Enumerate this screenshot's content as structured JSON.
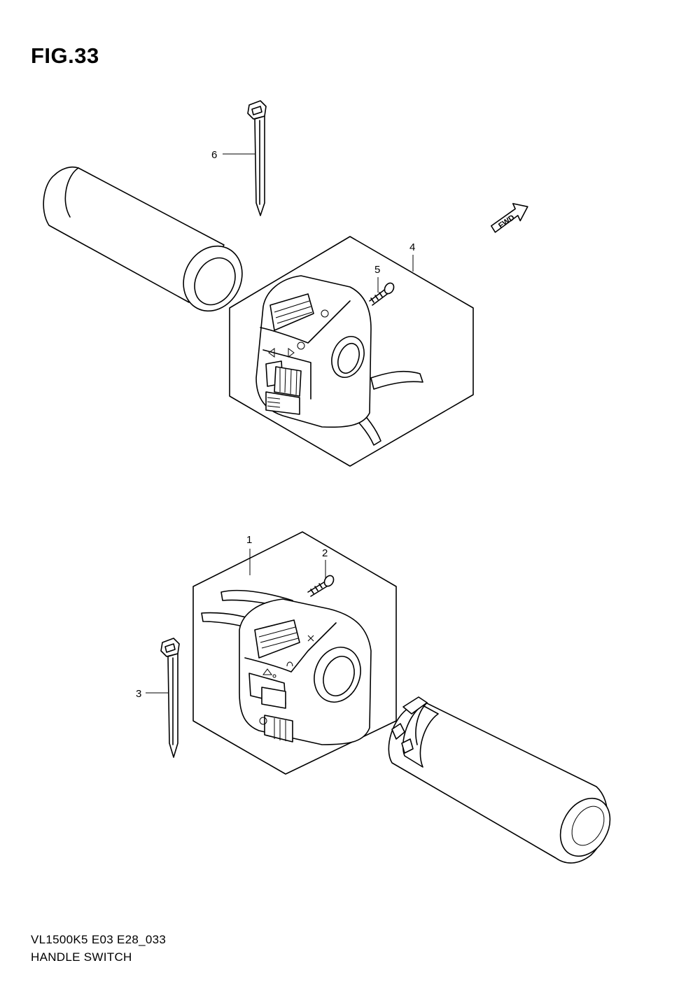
{
  "figure": {
    "title": "FIG.33"
  },
  "footer": {
    "model_code": "VL1500K5 E03 E28_033",
    "section_name": "HANDLE SWITCH"
  },
  "fwd_badge": {
    "label": "FWD"
  },
  "callouts": {
    "c1": "1",
    "c2": "2",
    "c3": "3",
    "c4": "4",
    "c5": "5",
    "c6": "6"
  }
}
